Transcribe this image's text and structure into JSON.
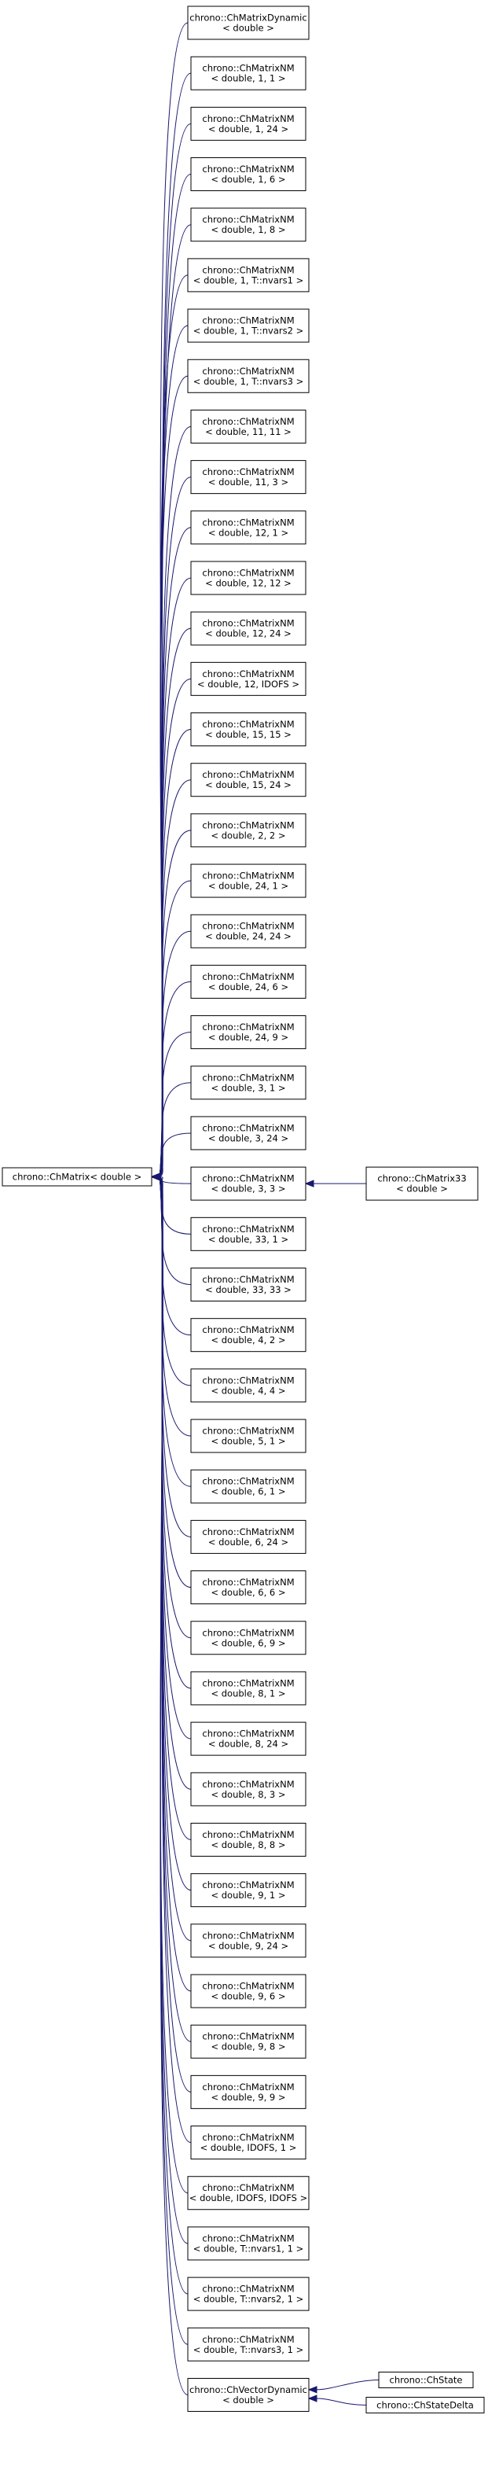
{
  "colors": {
    "edge": "#191970",
    "box_border": "#000000",
    "background": "#ffffff"
  },
  "root": {
    "lines": [
      "chrono::ChMatrix< double >"
    ]
  },
  "children": [
    {
      "lines": [
        "chrono::ChMatrixDynamic",
        "< double >"
      ]
    },
    {
      "lines": [
        "chrono::ChMatrixNM",
        "< double, 1, 1 >"
      ]
    },
    {
      "lines": [
        "chrono::ChMatrixNM",
        "< double, 1, 24 >"
      ]
    },
    {
      "lines": [
        "chrono::ChMatrixNM",
        "< double, 1, 6 >"
      ]
    },
    {
      "lines": [
        "chrono::ChMatrixNM",
        "< double, 1, 8 >"
      ]
    },
    {
      "lines": [
        "chrono::ChMatrixNM",
        "< double, 1, T::nvars1 >"
      ]
    },
    {
      "lines": [
        "chrono::ChMatrixNM",
        "< double, 1, T::nvars2 >"
      ]
    },
    {
      "lines": [
        "chrono::ChMatrixNM",
        "< double, 1, T::nvars3 >"
      ]
    },
    {
      "lines": [
        "chrono::ChMatrixNM",
        "< double, 11, 11 >"
      ]
    },
    {
      "lines": [
        "chrono::ChMatrixNM",
        "< double, 11, 3 >"
      ]
    },
    {
      "lines": [
        "chrono::ChMatrixNM",
        "< double, 12, 1 >"
      ]
    },
    {
      "lines": [
        "chrono::ChMatrixNM",
        "< double, 12, 12 >"
      ]
    },
    {
      "lines": [
        "chrono::ChMatrixNM",
        "< double, 12, 24 >"
      ]
    },
    {
      "lines": [
        "chrono::ChMatrixNM",
        "< double, 12, IDOFS >"
      ]
    },
    {
      "lines": [
        "chrono::ChMatrixNM",
        "< double, 15, 15 >"
      ]
    },
    {
      "lines": [
        "chrono::ChMatrixNM",
        "< double, 15, 24 >"
      ]
    },
    {
      "lines": [
        "chrono::ChMatrixNM",
        "< double, 2, 2 >"
      ]
    },
    {
      "lines": [
        "chrono::ChMatrixNM",
        "< double, 24, 1 >"
      ]
    },
    {
      "lines": [
        "chrono::ChMatrixNM",
        "< double, 24, 24 >"
      ]
    },
    {
      "lines": [
        "chrono::ChMatrixNM",
        "< double, 24, 6 >"
      ]
    },
    {
      "lines": [
        "chrono::ChMatrixNM",
        "< double, 24, 9 >"
      ]
    },
    {
      "lines": [
        "chrono::ChMatrixNM",
        "< double, 3, 1 >"
      ]
    },
    {
      "lines": [
        "chrono::ChMatrixNM",
        "< double, 3, 24 >"
      ]
    },
    {
      "lines": [
        "chrono::ChMatrixNM",
        "< double, 3, 3 >"
      ]
    },
    {
      "lines": [
        "chrono::ChMatrixNM",
        "< double, 33, 1 >"
      ]
    },
    {
      "lines": [
        "chrono::ChMatrixNM",
        "< double, 33, 33 >"
      ]
    },
    {
      "lines": [
        "chrono::ChMatrixNM",
        "< double, 4, 2 >"
      ]
    },
    {
      "lines": [
        "chrono::ChMatrixNM",
        "< double, 4, 4 >"
      ]
    },
    {
      "lines": [
        "chrono::ChMatrixNM",
        "< double, 5, 1 >"
      ]
    },
    {
      "lines": [
        "chrono::ChMatrixNM",
        "< double, 6, 1 >"
      ]
    },
    {
      "lines": [
        "chrono::ChMatrixNM",
        "< double, 6, 24 >"
      ]
    },
    {
      "lines": [
        "chrono::ChMatrixNM",
        "< double, 6, 6 >"
      ]
    },
    {
      "lines": [
        "chrono::ChMatrixNM",
        "< double, 6, 9 >"
      ]
    },
    {
      "lines": [
        "chrono::ChMatrixNM",
        "< double, 8, 1 >"
      ]
    },
    {
      "lines": [
        "chrono::ChMatrixNM",
        "< double, 8, 24 >"
      ]
    },
    {
      "lines": [
        "chrono::ChMatrixNM",
        "< double, 8, 3 >"
      ]
    },
    {
      "lines": [
        "chrono::ChMatrixNM",
        "< double, 8, 8 >"
      ]
    },
    {
      "lines": [
        "chrono::ChMatrixNM",
        "< double, 9, 1 >"
      ]
    },
    {
      "lines": [
        "chrono::ChMatrixNM",
        "< double, 9, 24 >"
      ]
    },
    {
      "lines": [
        "chrono::ChMatrixNM",
        "< double, 9, 6 >"
      ]
    },
    {
      "lines": [
        "chrono::ChMatrixNM",
        "< double, 9, 8 >"
      ]
    },
    {
      "lines": [
        "chrono::ChMatrixNM",
        "< double, 9, 9 >"
      ]
    },
    {
      "lines": [
        "chrono::ChMatrixNM",
        "< double, IDOFS, 1 >"
      ]
    },
    {
      "lines": [
        "chrono::ChMatrixNM",
        "< double, IDOFS, IDOFS >"
      ]
    },
    {
      "lines": [
        "chrono::ChMatrixNM",
        "< double, T::nvars1, 1 >"
      ]
    },
    {
      "lines": [
        "chrono::ChMatrixNM",
        "< double, T::nvars2, 1 >"
      ]
    },
    {
      "lines": [
        "chrono::ChMatrixNM",
        "< double, T::nvars3, 1 >"
      ]
    },
    {
      "lines": [
        "chrono::ChVectorDynamic",
        "< double >"
      ]
    }
  ],
  "grandchildren": [
    {
      "parent": 23,
      "lines": [
        "chrono::ChMatrix33",
        "< double >"
      ]
    },
    {
      "parent": 47,
      "lines": [
        "chrono::ChState"
      ]
    },
    {
      "parent": 47,
      "lines": [
        "chrono::ChStateDelta"
      ]
    }
  ]
}
